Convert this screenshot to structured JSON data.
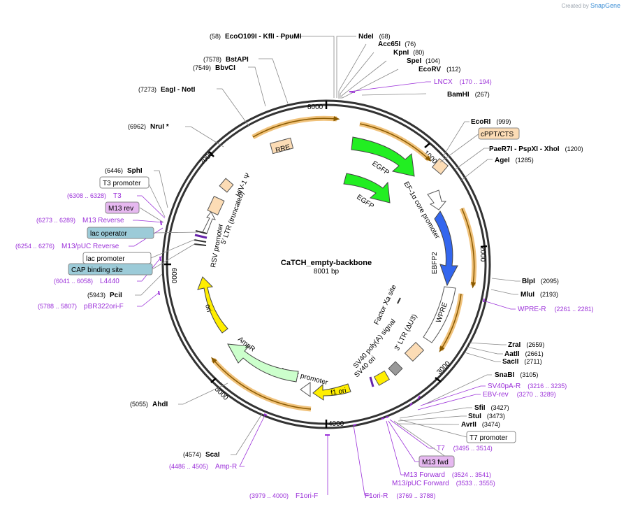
{
  "credit": {
    "prefix": "Created by",
    "brand": "SnapGene"
  },
  "plasmid": {
    "name": "CaTCH_empty-backbone",
    "size": "8001 bp"
  },
  "ticks": [
    "8000",
    "1000",
    "2000",
    "3000",
    "4000",
    "5000",
    "6000",
    "7000"
  ],
  "enzymes_left": [
    {
      "pos": "(58)",
      "name": "EcoO109I   - KflI   - PpuMI"
    },
    {
      "pos": "(7578)",
      "name": "BstAPI"
    },
    {
      "pos": "(7549)",
      "name": "BbvCI"
    },
    {
      "pos": "(7273)",
      "name": "EagI   - NotI"
    },
    {
      "pos": "(6962)",
      "name": "NruI *"
    },
    {
      "pos": "(6446)",
      "name": "SphI"
    },
    {
      "pos": "(5943)",
      "name": "PciI"
    },
    {
      "pos": "(5055)",
      "name": "AhdI"
    },
    {
      "pos": "(4574)",
      "name": "ScaI"
    }
  ],
  "enzymes_right": [
    {
      "name": "NdeI",
      "pos": "(68)"
    },
    {
      "name": "Acc65I",
      "pos": "(76)"
    },
    {
      "name": "KpnI",
      "pos": "(80)"
    },
    {
      "name": "SpeI",
      "pos": "(104)"
    },
    {
      "name": "EcoRV",
      "pos": "(112)"
    },
    {
      "name": "BamHI",
      "pos": "(267)"
    },
    {
      "name": "EcoRI",
      "pos": "(999)"
    },
    {
      "name": "PaeR7I   - PspXI   - XhoI",
      "pos": "(1200)"
    },
    {
      "name": "AgeI",
      "pos": "(1285)"
    },
    {
      "name": "BlpI",
      "pos": "(2095)"
    },
    {
      "name": "MluI",
      "pos": "(2193)"
    },
    {
      "name": "ZraI",
      "pos": "(2659)"
    },
    {
      "name": "AatII",
      "pos": "(2661)"
    },
    {
      "name": "SacII",
      "pos": "(2711)"
    },
    {
      "name": "SnaBI",
      "pos": "(3105)"
    },
    {
      "name": "SfiI",
      "pos": "(3427)"
    },
    {
      "name": "StuI",
      "pos": "(3473)"
    },
    {
      "name": "AvrII",
      "pos": "(3474)"
    }
  ],
  "primers": [
    {
      "name": "LNCX",
      "range": "(170 .. 194)"
    },
    {
      "name": "WPRE-R",
      "range": "(2261 .. 2281)"
    },
    {
      "name": "SV40pA-R",
      "range": "(3216 .. 3235)"
    },
    {
      "name": "EBV-rev",
      "range": "(3270 .. 3289)"
    },
    {
      "name": "T7",
      "range": "(3495 .. 3514)"
    },
    {
      "name": "M13 Forward",
      "range": "(3524 .. 3541)"
    },
    {
      "name": "M13/pUC Forward",
      "range": "(3533 .. 3555)"
    },
    {
      "name": "F1ori-R",
      "range": "(3769 .. 3788)"
    },
    {
      "name": "F1ori-F",
      "range": "(3979 .. 4000)"
    },
    {
      "name": "Amp-R",
      "range": "(4486 .. 4505)"
    },
    {
      "name": "pBR322ori-F",
      "range": "(5788 .. 5807)"
    },
    {
      "name": "L4440",
      "range": "(6041 .. 6058)"
    },
    {
      "name": "M13/pUC Reverse",
      "range": "(6254 .. 6276)"
    },
    {
      "name": "M13 Reverse",
      "range": "(6273 .. 6289)"
    },
    {
      "name": "T3",
      "range": "(6308 .. 6328)"
    }
  ],
  "boxed": {
    "cppt": "cPPT/CTS",
    "t7_promoter": "T7 promoter",
    "m13_fwd": "M13 fwd",
    "t3_promoter": "T3 promoter",
    "m13_rev": "M13 rev",
    "lac_operator": "lac operator",
    "lac_promoter": "lac promoter",
    "cap_site": "CAP binding site"
  },
  "features": {
    "rre": "RRE",
    "egfp1": "EGFP",
    "egfp2": "EGFP",
    "ef1a": "EF-1α core promoter",
    "ebfp2": "EBFP2",
    "factor_xa": "Factor Xa site",
    "wpre": "WPRE",
    "ltr3": "3' LTR (ΔU3)",
    "sv40pa": "SV40 poly(A) signal",
    "sv40ori": "SV40 ori",
    "f1ori": "f1 ori",
    "ampr_promoter": "AmpR promoter",
    "ampr": "AmpR",
    "ori": "ori",
    "rsv": "RSV promoter",
    "ltr5": "5' LTR (truncated)",
    "hiv": "HIV-1 Ψ"
  },
  "colors": {
    "backbone": "#333333",
    "orange_arc": "#f0c27b",
    "primer": "#9b30d9",
    "egfp": "#22ee22",
    "ebfp2": "#3366ee",
    "ori": "#ffee00",
    "ampr": "#ccffcc",
    "peach": "#fcdcb5",
    "lac_box": "#9ccbd8",
    "m13_box": "#e6b8f0",
    "grey_feature": "#999999",
    "brand": "#3d8fd6"
  }
}
